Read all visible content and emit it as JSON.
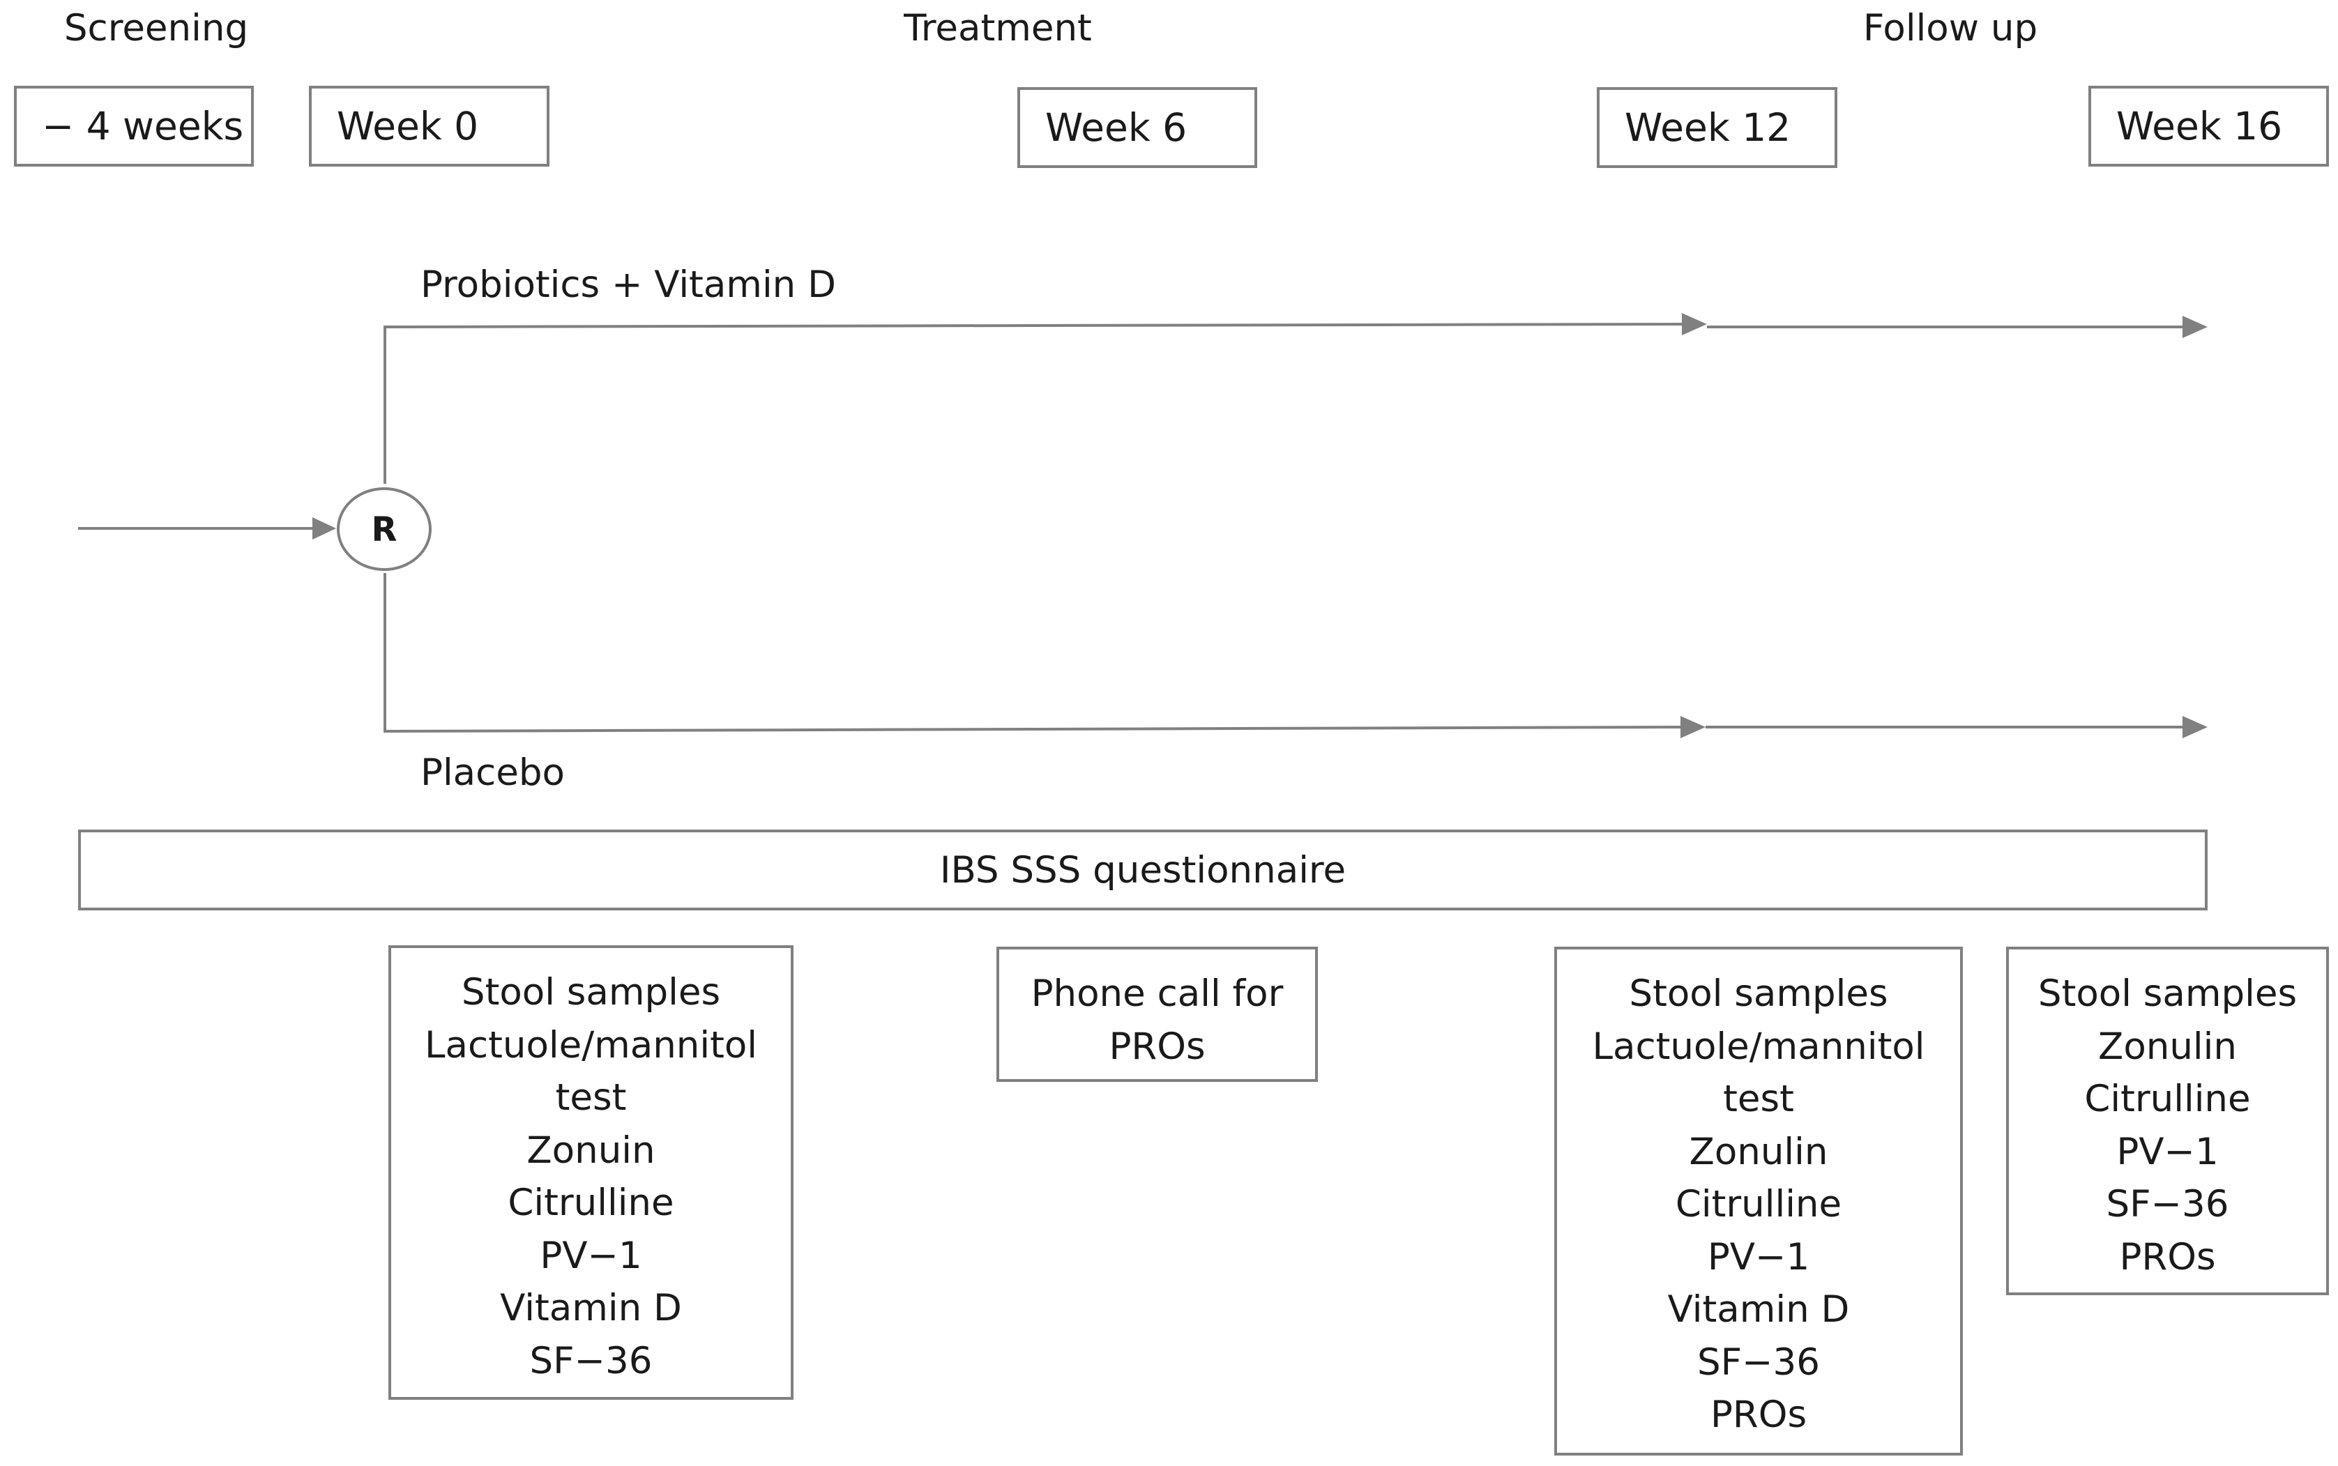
{
  "phases": [
    "Screening",
    "Treatment",
    "Follow up"
  ],
  "timepoints": [
    "− 4 weeks",
    "Week 0",
    "Week 6",
    "Week 12",
    "Week 16"
  ],
  "randomization_label": "R",
  "arms": {
    "intervention": "Probiotics + Vitamin D",
    "control": "Placebo"
  },
  "questionnaire": "IBS SSS questionnaire",
  "assessments": {
    "week0": [
      "Stool samples",
      "Lactuole/mannitol",
      "test",
      "Zonuin",
      "Citrulline",
      "PV−1",
      "Vitamin D",
      "SF−36"
    ],
    "week6": [
      "Phone call for",
      "PROs"
    ],
    "week12": [
      "Stool samples",
      "Lactuole/mannitol",
      "test",
      "Zonulin",
      "Citrulline",
      "PV−1",
      "Vitamin D",
      "SF−36",
      "PROs"
    ],
    "week16": [
      "Stool samples",
      "Zonulin",
      "Citrulline",
      "PV−1",
      "SF−36",
      "PROs"
    ]
  },
  "colors": {
    "line": "#808080",
    "text": "#1a1a1a"
  }
}
